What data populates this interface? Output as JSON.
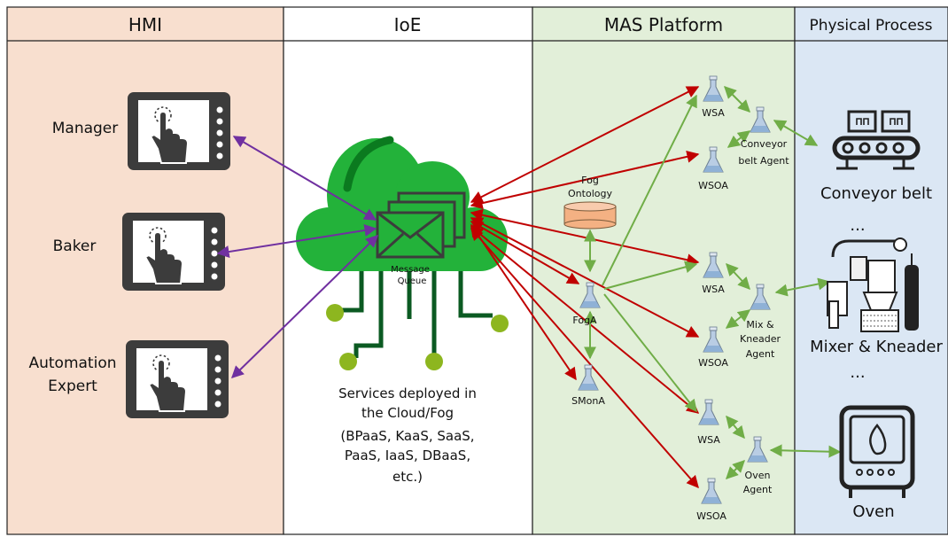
{
  "columns": {
    "hmi": "HMI",
    "ioe": "IoE",
    "mas": "MAS Platform",
    "physical": "Physical Process"
  },
  "users": {
    "manager": "Manager",
    "baker": "Baker",
    "automation_1": "Automation",
    "automation_2": "Expert"
  },
  "cloud": {
    "queue_1": "Message",
    "queue_2": "Queue",
    "services": [
      "Services deployed in",
      "the Cloud/Fog",
      "(BPaaS, KaaS, SaaS,",
      "PaaS, IaaS, DBaaS,",
      "etc.)"
    ]
  },
  "agents": {
    "fog_ontology_1": "Fog",
    "fog_ontology_2": "Ontology",
    "foga": "FogA",
    "smona": "SMonA",
    "wsa_1": "WSA",
    "wsoa_1": "WSOA",
    "conveyor_agent_1": "Conveyor",
    "conveyor_agent_2": "belt Agent",
    "wsa_2": "WSA",
    "wsoa_2": "WSOA",
    "mix_agent_1": "Mix &",
    "mix_agent_2": "Kneader",
    "mix_agent_3": "Agent",
    "wsa_3": "WSA",
    "wsoa_3": "WSOA",
    "oven_agent_1": "Oven",
    "oven_agent_2": "Agent"
  },
  "physical": {
    "conveyor": "Conveyor belt",
    "mixer": "Mixer & Kneader",
    "oven": "Oven",
    "dots_1": "...",
    "dots_2": "..."
  },
  "colors": {
    "hmi_bg": "#f8dfcf",
    "ioe_bg": "#ffffff",
    "mas_bg": "#e2efd9",
    "phys_bg": "#dbe7f4",
    "cloud": "#23b23a",
    "red_arrow": "#c00000",
    "green_arrow": "#70ad47",
    "purple_arrow": "#7030a0"
  }
}
